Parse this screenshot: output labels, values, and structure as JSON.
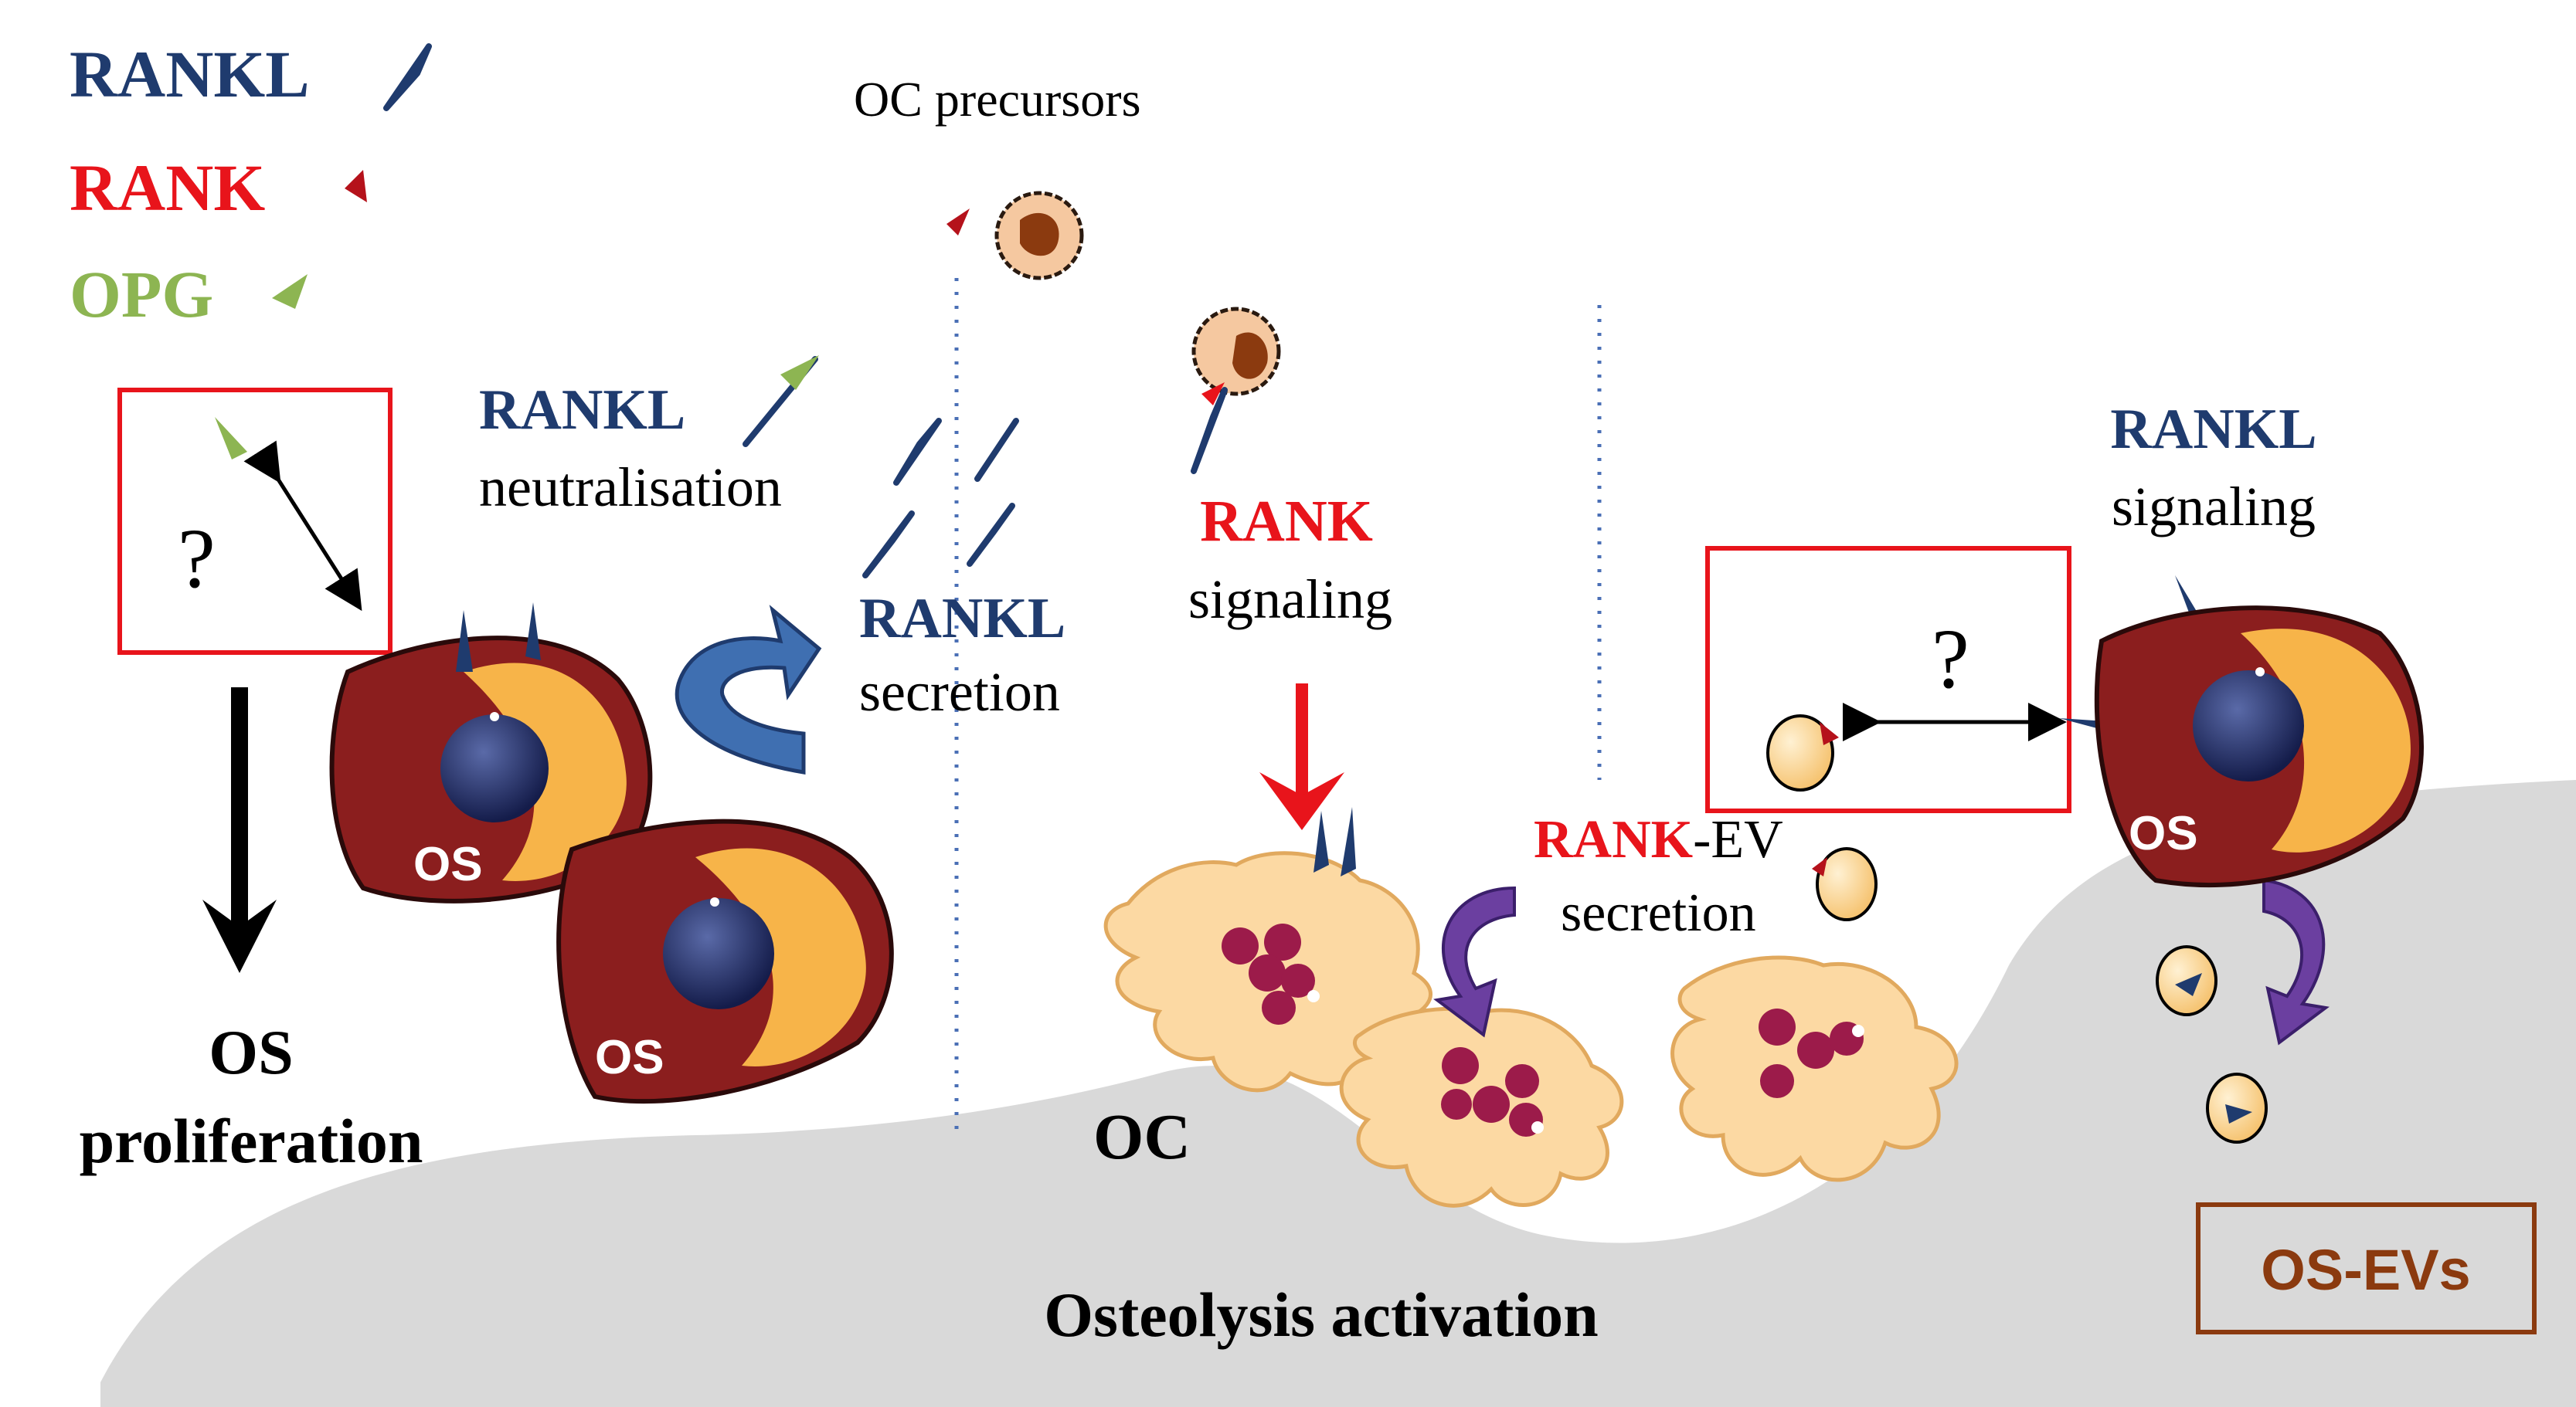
{
  "legend": {
    "rankl": "RANKL",
    "rank": "RANK",
    "opg": "OPG"
  },
  "labels": {
    "oc_precursors": "OC precursors",
    "rankl_neutralisation_1": "RANKL",
    "rankl_neutralisation_2": "neutralisation",
    "rankl_secretion_1": "RANKL",
    "rankl_secretion_2": "secretion",
    "rank_signaling_1": "RANK",
    "rank_signaling_2": "signaling",
    "rank_ev_1": "RANK",
    "rank_ev_2": "-EV",
    "rank_ev_3": "secretion",
    "rankl_signaling_1": "RANKL",
    "rankl_signaling_2": "signaling",
    "question_left": "?",
    "question_right": "?",
    "os_proliferation_1": "OS",
    "os_proliferation_2": "proliferation",
    "oc": "OC",
    "osteolysis": "Osteolysis activation",
    "os_evs": "OS-EVs",
    "os_cell_label": "OS"
  },
  "colors": {
    "rankl": "#1f3b6e",
    "rank": "#e8141b",
    "opg": "#8db552",
    "os_dark": "#8b1e1e",
    "os_light": "#f7b449",
    "oc_body": "#fcd9a3",
    "bone": "#d9d9d9",
    "evs_box": "#8b3a0f"
  }
}
